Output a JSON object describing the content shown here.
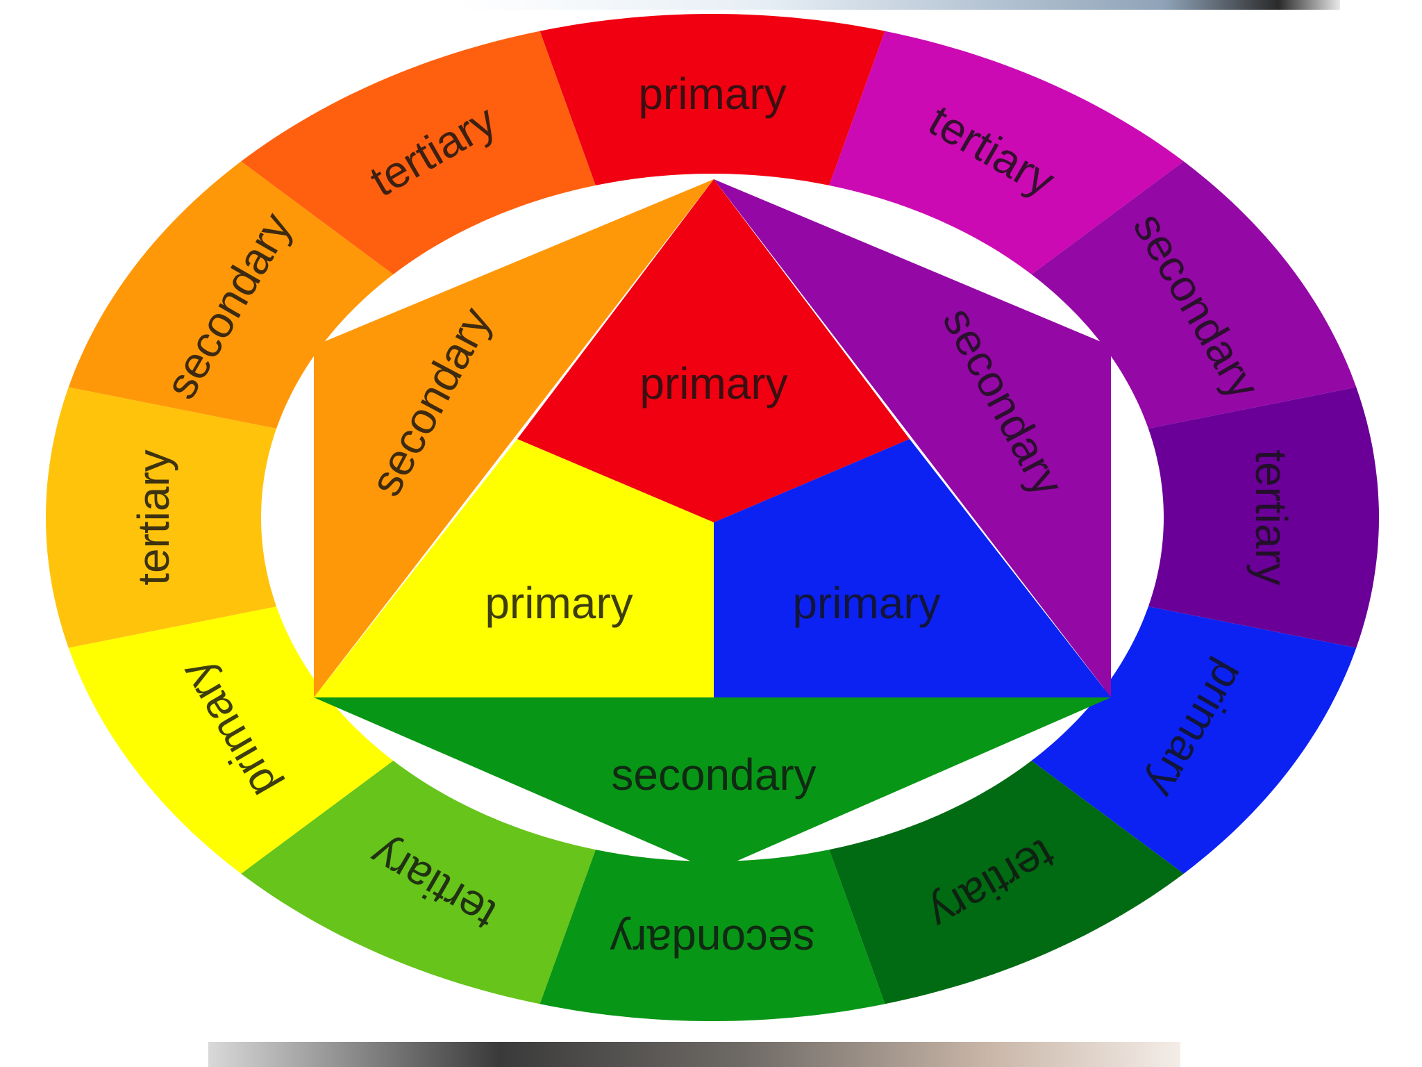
{
  "outer_ring": {
    "segments": [
      {
        "id": "red",
        "label": "primary",
        "color": "#f00010"
      },
      {
        "id": "red-violet",
        "label": "tertiary",
        "color": "#cc0ab3"
      },
      {
        "id": "violet",
        "label": "secondary",
        "color": "#9408a6"
      },
      {
        "id": "blue-violet",
        "label": "tertiary",
        "color": "#6a0098"
      },
      {
        "id": "blue",
        "label": "primary",
        "color": "#0c22f2"
      },
      {
        "id": "blue-green",
        "label": "tertiary",
        "color": "#006b12"
      },
      {
        "id": "green",
        "label": "secondary",
        "color": "#089616"
      },
      {
        "id": "yellow-green",
        "label": "tertiary",
        "color": "#66c41a"
      },
      {
        "id": "yellow",
        "label": "primary",
        "color": "#ffff00"
      },
      {
        "id": "yellow-orange",
        "label": "tertiary",
        "color": "#ffc30c"
      },
      {
        "id": "orange",
        "label": "secondary",
        "color": "#ff9808"
      },
      {
        "id": "red-orange",
        "label": "tertiary",
        "color": "#ff6010"
      }
    ]
  },
  "inner_hexagon": {
    "regions": [
      {
        "id": "red-triangle",
        "label": "primary",
        "color": "#f00010"
      },
      {
        "id": "yellow-triangle",
        "label": "primary",
        "color": "#ffff00"
      },
      {
        "id": "blue-triangle",
        "label": "primary",
        "color": "#0c22f2"
      },
      {
        "id": "orange-wedge",
        "label": "secondary",
        "color": "#ff9808"
      },
      {
        "id": "violet-wedge",
        "label": "secondary",
        "color": "#9408a6"
      },
      {
        "id": "green-wedge",
        "label": "secondary",
        "color": "#089616"
      }
    ]
  }
}
